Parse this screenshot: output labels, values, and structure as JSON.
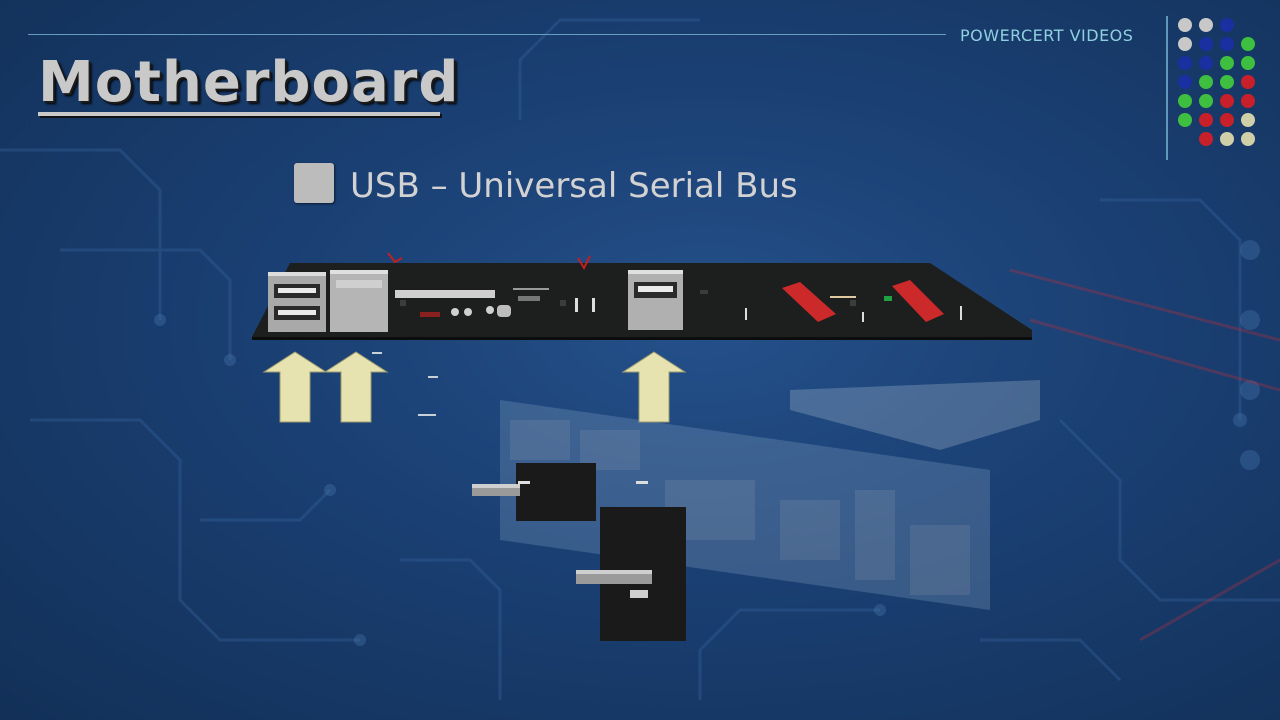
{
  "brand": {
    "label": "POWERCERT VIDEOS"
  },
  "title": {
    "text": "Motherboard"
  },
  "subtitle": {
    "text": "USB – Universal Serial Bus"
  },
  "colors": {
    "background": "#1a3f72",
    "accent_line": "#6fa8c8",
    "brand_text": "#8fd0e0",
    "arrow_fill": "#e6e3b0",
    "slot_red": "#cc2a2a",
    "board_dark": "#1e1e1e"
  },
  "logo_dots": [
    [
      "#c8c8c8",
      "#c8c8c8",
      "#1a2fa0",
      ""
    ],
    [
      "#c8c8c8",
      "#1a2fa0",
      "#1a2fa0",
      "#3fbf3f"
    ],
    [
      "#1a2fa0",
      "#1a2fa0",
      "#3fbf3f",
      "#3fbf3f"
    ],
    [
      "#1a2fa0",
      "#3fbf3f",
      "#3fbf3f",
      "#c8202a"
    ],
    [
      "#3fbf3f",
      "#3fbf3f",
      "#c8202a",
      "#c8202a"
    ],
    [
      "#3fbf3f",
      "#c8202a",
      "#c8202a",
      "#d0d0a8"
    ],
    [
      "",
      "#c8202a",
      "#d0d0a8",
      "#d0d0a8"
    ]
  ],
  "icons": [
    "usb-port-icon",
    "up-arrow-icon",
    "usb-cable-icon"
  ]
}
